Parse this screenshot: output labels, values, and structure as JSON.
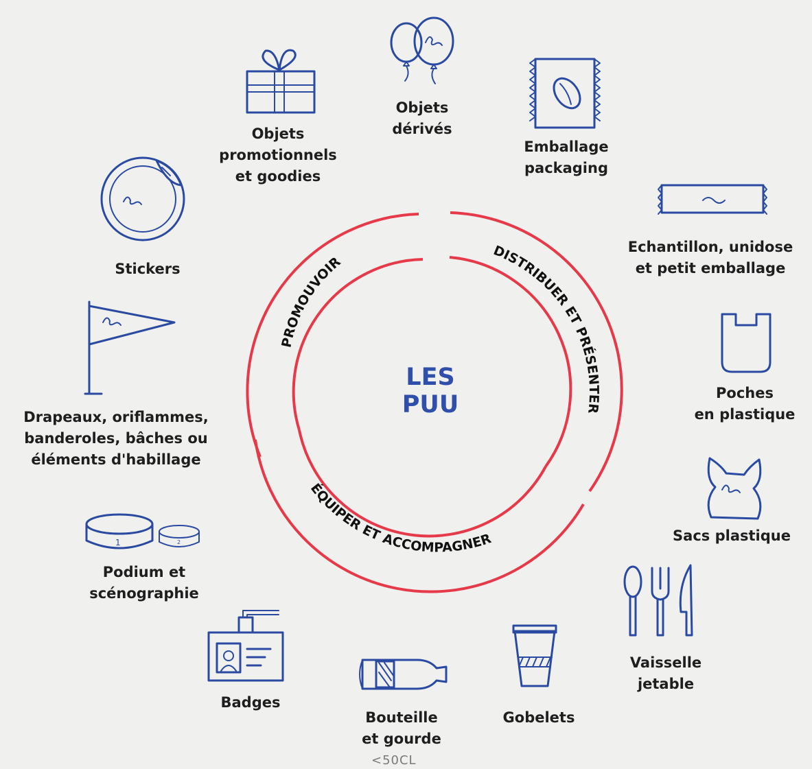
{
  "center": {
    "line1": "LES",
    "line2": "PUU"
  },
  "ring": {
    "color": "#e63a4a",
    "sections": {
      "promote": "PROMOUVOIR",
      "distribute": "DISTRIBUER ET PRÉSENTER",
      "equip": "ÉQUIPER ET ACCOMPAGNER"
    }
  },
  "accent_color": "#2a4aa2",
  "items": {
    "objets_derives": {
      "lines": [
        "Objets",
        "dérivés"
      ],
      "icon": "balloons-icon"
    },
    "emballage": {
      "lines": [
        "Emballage",
        "packaging"
      ],
      "icon": "candy-wrapper-icon"
    },
    "echantillon": {
      "lines": [
        "Echantillon, unidose",
        "et petit emballage"
      ],
      "icon": "sachet-icon"
    },
    "poches": {
      "lines": [
        "Poches",
        "en plastique"
      ],
      "icon": "bag-icon"
    },
    "sacs": {
      "lines": [
        "Sacs plastique"
      ],
      "icon": "plastic-bag-icon"
    },
    "vaisselle": {
      "lines": [
        "Vaisselle",
        "jetable"
      ],
      "icon": "cutlery-icon"
    },
    "gobelets": {
      "lines": [
        "Gobelets"
      ],
      "icon": "cup-icon"
    },
    "bouteille": {
      "lines": [
        "Bouteille",
        "et gourde"
      ],
      "sub": "<50CL",
      "icon": "bottle-icon"
    },
    "badges": {
      "lines": [
        "Badges"
      ],
      "icon": "badge-icon"
    },
    "podium": {
      "lines": [
        "Podium et",
        "scénographie"
      ],
      "icon": "podium-icon"
    },
    "drapeaux": {
      "lines": [
        "Drapeaux, oriflammes,",
        "banderoles, bâches ou",
        "éléments d'habillage"
      ],
      "icon": "flag-icon"
    },
    "stickers": {
      "lines": [
        "Stickers"
      ],
      "icon": "sticker-icon"
    },
    "objets_promo": {
      "lines": [
        "Objets",
        "promotionnels",
        "et goodies"
      ],
      "icon": "gift-icon"
    }
  },
  "podium_numbers": [
    "1",
    "2"
  ]
}
